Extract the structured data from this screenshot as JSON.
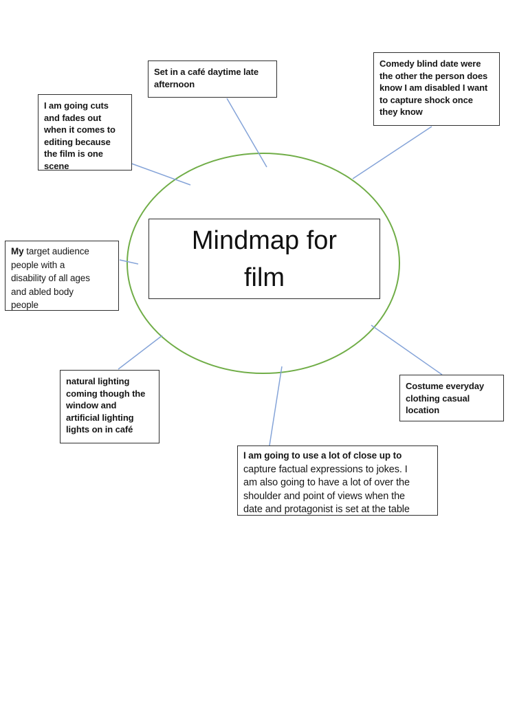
{
  "colors": {
    "ellipse_green": "#70AD47",
    "connector_blue": "#84A3D8",
    "box_border": "#2e2e2e",
    "text": "#161616"
  },
  "center": {
    "lines": [
      "Mindmap for",
      "film"
    ]
  },
  "nodes": {
    "setting": {
      "text": "Set in a café daytime late\nafternoon"
    },
    "comedy": {
      "text": "Comedy blind date were\nthe other the person does\nknow I am disabled I want\nto capture shock once\nthey know"
    },
    "editing": {
      "text": "I am going cuts\nand fades out\nwhen it comes to\nediting because\nthe film is one\nscene"
    },
    "audience": {
      "bold": "My",
      "rest": " target audience\npeople with a\ndisability of all ages\nand abled body\npeople"
    },
    "lighting": {
      "text": "natural lighting\ncoming though the\nwindow and\nartificial lighting\nlights on in café"
    },
    "costume": {
      "text": "Costume everyday\nclothing casual\nlocation"
    },
    "shots": {
      "bold": "I am going to use a lot of close up to",
      "rest": "\ncapture factual expressions to jokes. I\nam also going to have a lot of over the\nshoulder and point of views when the\ndate and protagonist is set at the table"
    }
  }
}
